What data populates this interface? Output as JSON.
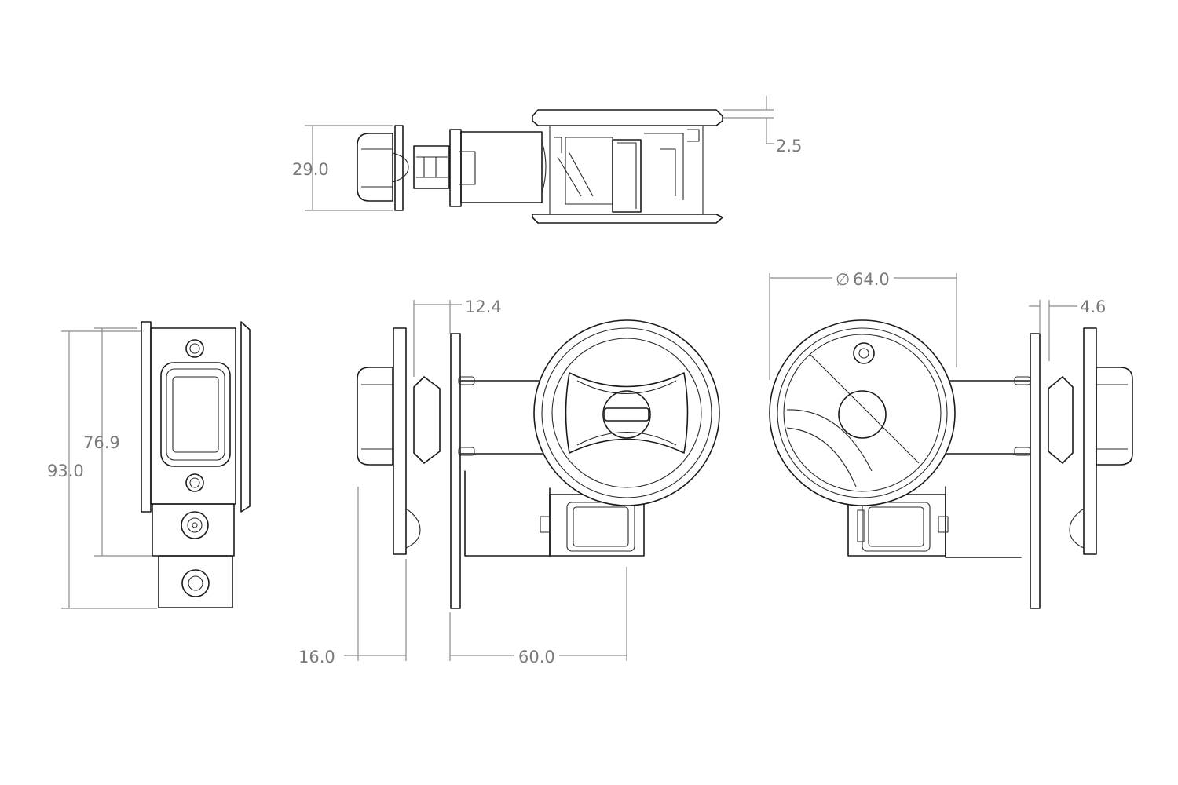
{
  "dimensions": {
    "d29": "29.0",
    "d2_5": "2.5",
    "d76_9": "76.9",
    "d93": "93.0",
    "d12_4": "12.4",
    "dia64": "64.0",
    "dia_symbol": "∅",
    "d4_6": "4.6",
    "d16": "16.0",
    "d60": "60.0"
  },
  "colors": {
    "line": "#1a1a1a",
    "dimension": "#8a8a8a",
    "background": "#ffffff"
  }
}
